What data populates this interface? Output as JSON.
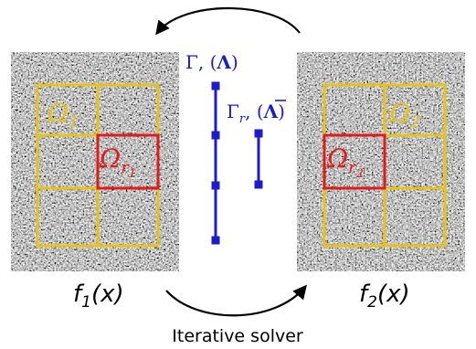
{
  "colors": {
    "grid": "#e6c21b",
    "subset": "#e11b1b",
    "mesh": "#1c1ccc",
    "arrow": "#000000"
  },
  "left_image": {
    "grid_label": {
      "symbol": "Ω",
      "sub": "1"
    },
    "subset_label": {
      "symbol": "Ω",
      "sub": "r",
      "subsub": "1"
    },
    "function_label": {
      "name": "f",
      "sub": "1",
      "arg": "(x)"
    }
  },
  "right_image": {
    "grid_label": {
      "symbol": "Ω",
      "sub": "2"
    },
    "subset_label": {
      "symbol": "Ω",
      "sub": "r",
      "subsub": "2"
    },
    "function_label": {
      "name": "f",
      "sub": "2",
      "arg": "(x)"
    }
  },
  "full_mesh": {
    "symbol": "Γ",
    "sep": ", ",
    "lparen": "(",
    "param": "Λ",
    "rparen": ")"
  },
  "reduced_mesh": {
    "symbol": "Γ",
    "sub": "r",
    "sep": ", ",
    "lparen": "(",
    "param": "Λ",
    "rparen": ")"
  },
  "bottom_caption": "Iterative solver"
}
